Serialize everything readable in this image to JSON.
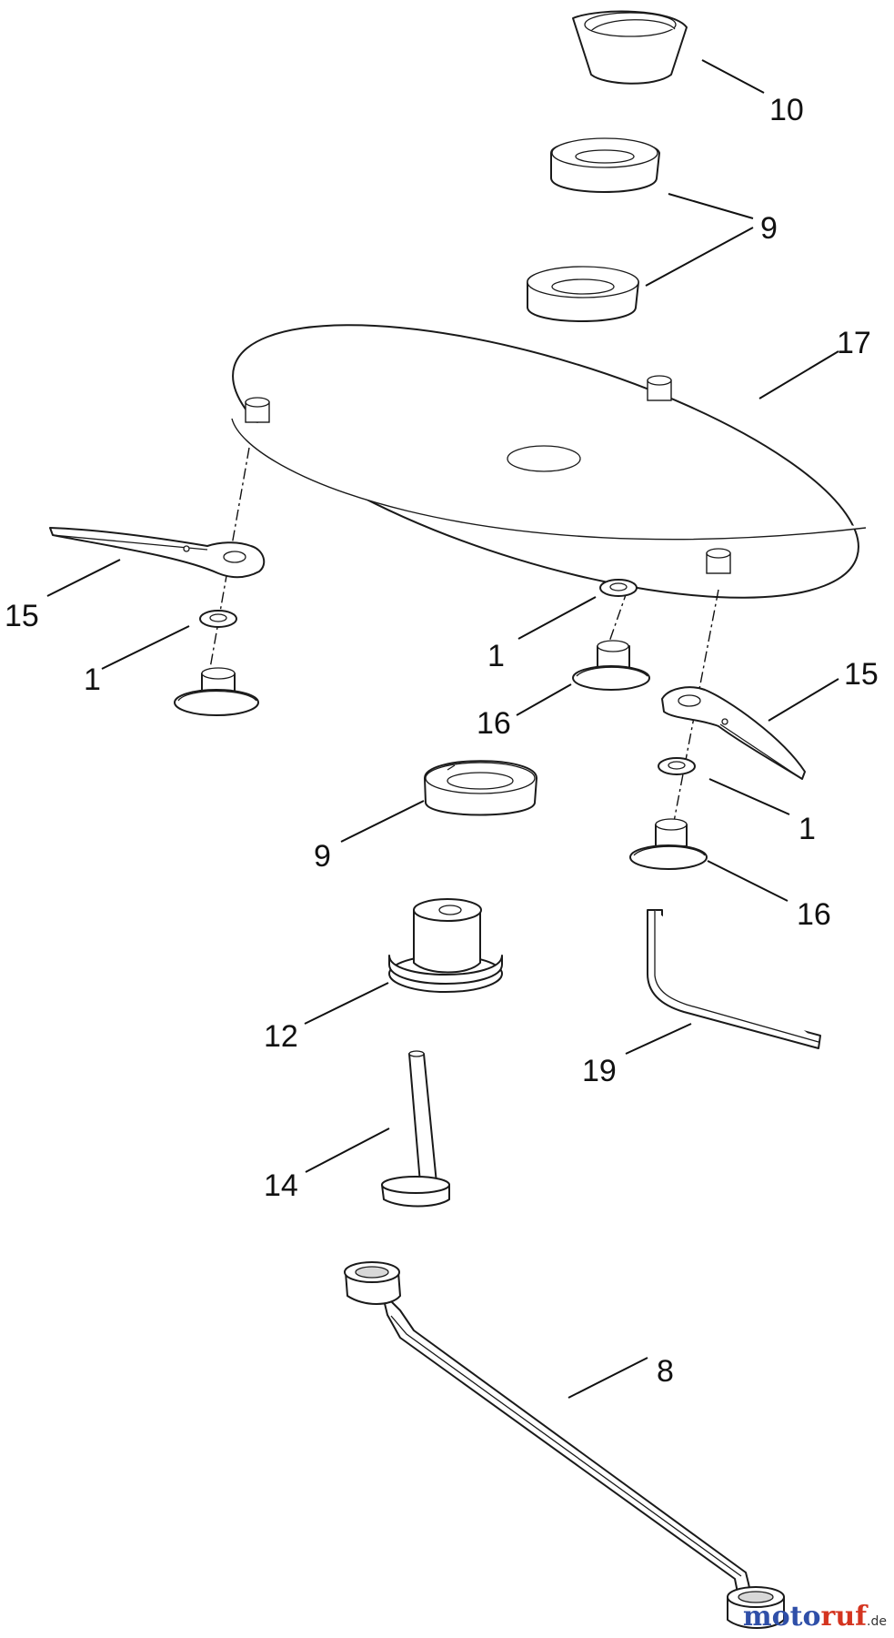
{
  "callouts": {
    "c10": "10",
    "c9_top": "9",
    "c17": "17",
    "c15_left": "15",
    "c1_left": "1",
    "c1_center": "1",
    "c16_center": "16",
    "c15_right": "15",
    "c1_right": "1",
    "c9_mid": "9",
    "c16_right": "16",
    "c12": "12",
    "c19": "19",
    "c14": "14",
    "c8": "8"
  },
  "watermark": {
    "brand_a": "moto",
    "brand_b": "ruf",
    "suffix": ".de"
  },
  "colors": {
    "line": "#1a1a1a",
    "watermark_blue": "#2f4fa8",
    "watermark_red": "#d4341f"
  }
}
